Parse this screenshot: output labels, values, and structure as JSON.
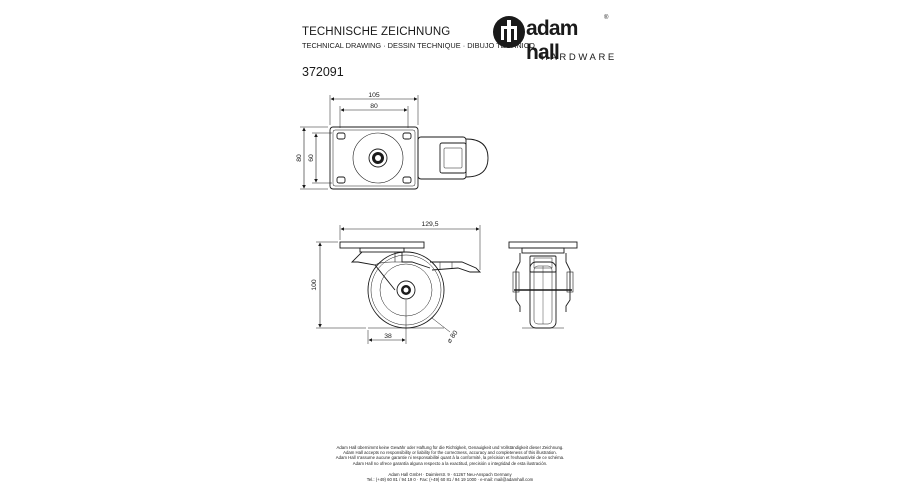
{
  "header": {
    "title": "TECHNISCHE ZEICHNUNG",
    "subtitle": "TECHNICAL DRAWING · DESSIN TECHNIQUE · DIBUJO TECHNICO",
    "part_number": "372091"
  },
  "logo": {
    "brand": "adam hall",
    "registered": "®",
    "division": "HARDWARE"
  },
  "dimensions": {
    "top_width_outer": "105",
    "top_width_inner": "80",
    "top_height_outer": "80",
    "top_height_inner": "60",
    "side_length": "129,5",
    "side_height": "100",
    "side_offset": "38",
    "wheel_diameter": "⌀ 80"
  },
  "footer": {
    "disclaimer_de": "Adam Hall übernimmt keine Gewähr oder Haftung für die Richtigkeit, Genauigkeit und Vollständigkeit dieser Zeichnung.",
    "disclaimer_en": "Adam Hall accepts no responsibility or liability for the correctness, accuracy and completeness of this illustration.",
    "disclaimer_fr": "Adam Hall n'assume aucune garantie ni responsabilité quant à la conformité, la précision et l'exhaustivité de ce schéma.",
    "disclaimer_es": "Adam Hall no ofrece garantía alguna respecto a la exactitud, precisión o integridad de esta ilustración.",
    "company": "Adam Hall GmbH · Daimlerstr. 9 · 61267 Neu-Anspach Germany",
    "contact": "Tel.: (+49) 60 81 / 94 19 0 · Fax: (+49) 60 81 / 94 19 1000 · e-mail: mail@adamhall.com"
  }
}
